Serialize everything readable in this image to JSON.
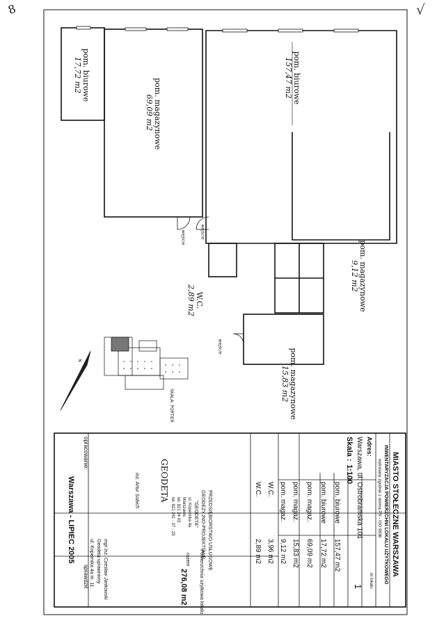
{
  "header": {
    "city": "MIASTO STOŁECZNE WARSZAWA",
    "subtitle": "INWENTARYZACJA POWIERZCHNI LOKALU UŻYTKOWEGO",
    "note": "wykonany zgodnie z normą PN - ISO 9836",
    "address_label": "Adres:",
    "address": "Warszawa, ul. Ostrobramska 101",
    "unit_label": "nr lokalu",
    "unit_number": "1",
    "scale_label": "Skala :",
    "scale": "1:100"
  },
  "rooms_table": [
    {
      "name": "pom. biurowe",
      "area": "157,47 m2"
    },
    {
      "name": "pom. biurowe",
      "area": "17,72 m2"
    },
    {
      "name": "pom. magaz.",
      "area": "69,09 m2"
    },
    {
      "name": "pom. magaz.",
      "area": "15,83 m2"
    },
    {
      "name": "pom. magaz.",
      "area": "9,12 m2"
    },
    {
      "name": "W.C.",
      "area": "3,96 m2"
    },
    {
      "name": "W.C.",
      "area": "2,89 m2"
    }
  ],
  "footer": {
    "prepared_label": "opracowanie:",
    "verified_label": "sprawdził:",
    "company_logo": "GEODETA",
    "company_name_1": "PRZEDSIĘBIORSTWO USŁUGOWE",
    "company_name_2": "GEODEZYJNO-PROJEKTOWE",
    "company_name_3": "\"GEODETA\"",
    "company_addr_1": "ul. Kopernika 4a",
    "company_addr_2": "Warszawa",
    "company_addr_3": "tel. 821 24 03",
    "company_addr_4": "tel. 821 241 - 07 - 23",
    "prepared_by": "inż. Artur Sobich",
    "verified_by": "mgr inż. Czesław Jankowski",
    "verified_role": "Geodeta uprawniony",
    "verified_addr": "ul. Kopernika 4a m. 11",
    "area_label": "Powierzchnia użytkowa lokalu",
    "area_total_label": "razem",
    "area_total": "276,08 m2",
    "place_date": "Warszawa - LIPIEC 2005"
  },
  "plan": {
    "rooms": [
      {
        "name": "pom. biurowe",
        "area": "17,72 m2"
      },
      {
        "name": "pom. magazynowe",
        "area": "69,09 m2"
      },
      {
        "name": "pom. biurowe",
        "area": "157,47 m2"
      },
      {
        "name": "pom. magazynowe",
        "area": "9,12 m2"
      },
      {
        "name": "W.C.",
        "area": "2,89 m2"
      },
      {
        "name": "pom. magazynowe",
        "area": "15,83 m2"
      }
    ],
    "entrances": [
      "wejście",
      "wejście",
      "wejście"
    ],
    "north_arrow": "N",
    "site_label": "SKALA: PORTIER"
  },
  "margin_marks": {
    "top_left": "8",
    "top_right": "√"
  }
}
